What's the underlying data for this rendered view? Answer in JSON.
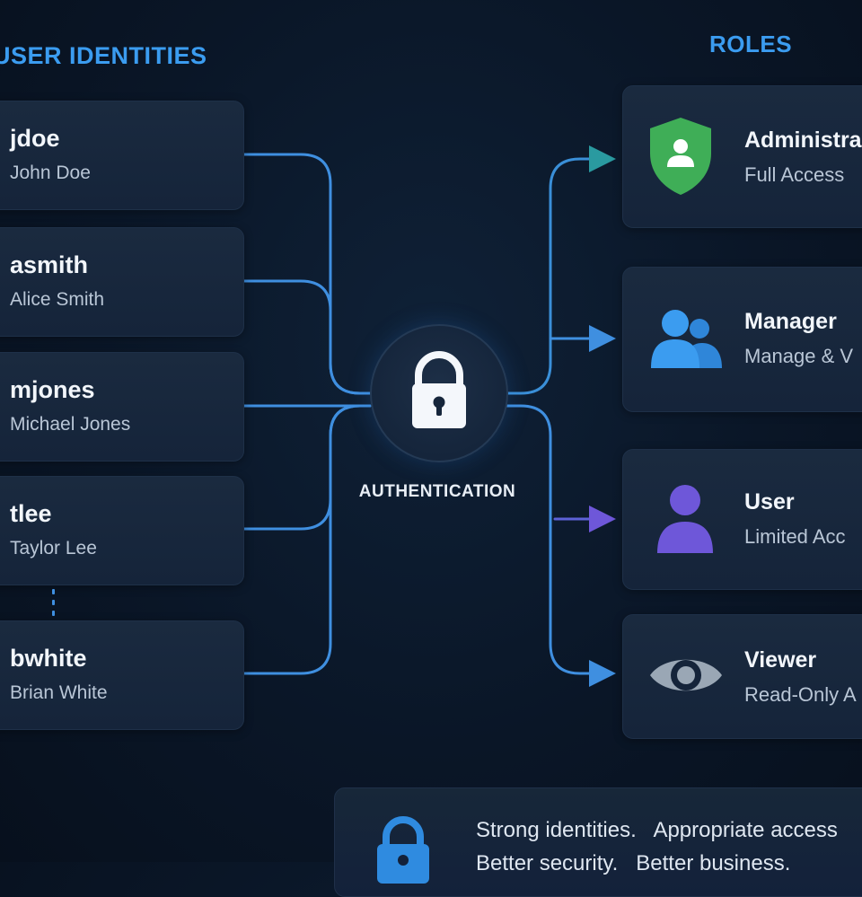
{
  "sections": {
    "users_title": "USER IDENTITIES",
    "roles_title": "ROLES"
  },
  "users": [
    {
      "username": "jdoe",
      "full_name": "John Doe"
    },
    {
      "username": "asmith",
      "full_name": "Alice Smith"
    },
    {
      "username": "mjones",
      "full_name": "Michael Jones"
    },
    {
      "username": "tlee",
      "full_name": "Taylor Lee"
    },
    {
      "username": "bwhite",
      "full_name": "Brian White"
    }
  ],
  "auth": {
    "label": "AUTHENTICATION",
    "icon": "lock-icon"
  },
  "roles": [
    {
      "name": "Administra",
      "description": "Full Access",
      "icon": "shield-user-icon"
    },
    {
      "name": "Manager",
      "description": "Manage & V",
      "icon": "group-icon"
    },
    {
      "name": "User",
      "description": "Limited Acc",
      "icon": "person-icon"
    },
    {
      "name": "Viewer",
      "description": "Read-Only A",
      "icon": "eye-icon"
    }
  ],
  "footer": {
    "line1": "Strong identities.   Appropriate access",
    "line2": "Better security.   Better business.",
    "icon": "lock-icon"
  },
  "colors": {
    "accent": "#3b9cf0",
    "admin_shield": "#3fae57",
    "user_role": "#6e57d9",
    "viewer_eye": "#9aa7b5",
    "connector": "#3f8fe0"
  }
}
